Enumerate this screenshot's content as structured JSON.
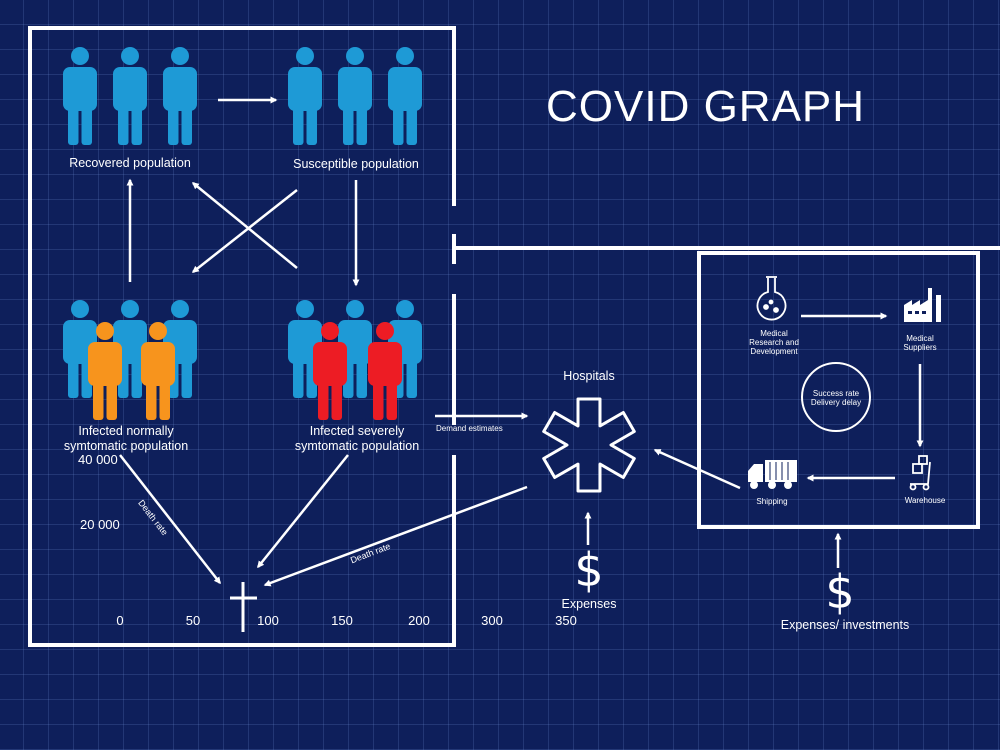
{
  "title": "COVID GRAPH",
  "populations": {
    "recovered": "Recovered population",
    "susceptible": "Susceptible population",
    "infected_normal": "Infected normally\nsymtomatic population",
    "infected_severe": "Infected severely\nsymtomatic population"
  },
  "edges": {
    "death_rate_left": "Death rate",
    "death_rate_right": "Death rate",
    "demand_estimates": "Demand estimates"
  },
  "hospitals": {
    "label": "Hospitals",
    "expenses_label": "Expenses",
    "dollar": "$"
  },
  "supply_chain": {
    "research": "Medical\nResearch and\nDevelopment",
    "suppliers": "Medical\nSuppliers",
    "center": "Success rate\nDelivery delay",
    "warehouse": "Warehouse",
    "shipping": "Shipping",
    "expenses_label": "Expenses/ investments",
    "dollar": "$"
  },
  "axis": {
    "y_ticks": [
      "40 000",
      "20 000"
    ],
    "x_ticks": [
      "0",
      "50",
      "100",
      "150",
      "200",
      "300",
      "350"
    ]
  },
  "colors": {
    "background": "#0e1f5b",
    "person_blue": "#1e9ad6",
    "person_orange": "#f7941d",
    "person_red": "#ed1c24",
    "lines": "#ffffff"
  }
}
